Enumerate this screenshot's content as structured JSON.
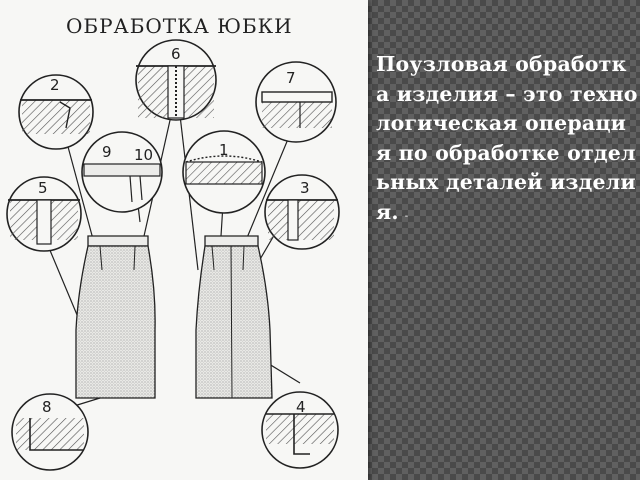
{
  "figure": {
    "title": "ОБРАБОТКА ЮБКИ",
    "callout_numbers": [
      "1",
      "2",
      "3",
      "4",
      "5",
      "6",
      "7",
      "8",
      "9",
      "10"
    ]
  },
  "definition_text": "Поузловая обработка изделия – это технологическая операция по обработке отдельных деталей изделия.",
  "trailing_mark": "-"
}
